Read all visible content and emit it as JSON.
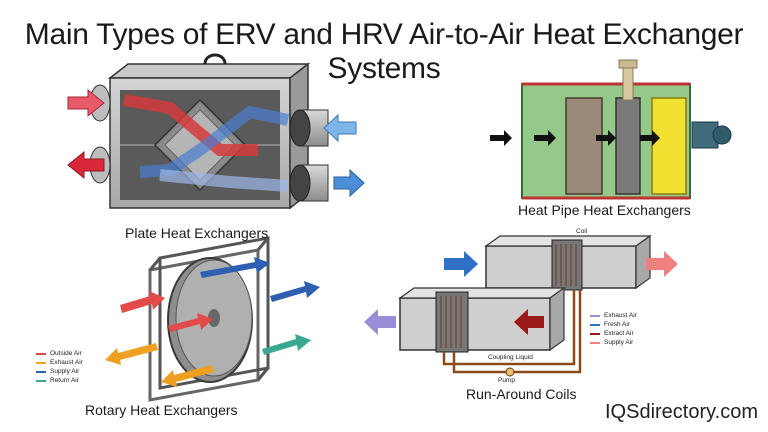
{
  "title": "Main Types of ERV and HRV Air-to-Air Heat Exchanger Systems",
  "panels": {
    "plate": {
      "caption": "Plate Heat Exchangers"
    },
    "heat_pipe": {
      "caption": "Heat Pipe Heat Exchangers"
    },
    "rotary": {
      "caption": "Rotary Heat Exchangers",
      "legend": [
        {
          "label": "Outside Air",
          "color": "#e34a4a"
        },
        {
          "label": "Exhaust Air",
          "color": "#f0a020"
        },
        {
          "label": "Supply Air",
          "color": "#2f5fb0"
        },
        {
          "label": "Return Air",
          "color": "#3aa890"
        }
      ]
    },
    "run_around": {
      "caption": "Run-Around Coils",
      "coil_label": "Coil",
      "coupling_label": "Coupling Liquid",
      "pump_label": "Pump",
      "legend": [
        {
          "label": "Exhaust Air",
          "color": "#9a8cd6"
        },
        {
          "label": "Fresh Air",
          "color": "#2f6fc4"
        },
        {
          "label": "Extract Air",
          "color": "#9a1a1a"
        },
        {
          "label": "Supply Air",
          "color": "#f08080"
        }
      ]
    }
  },
  "brand": "IQSdirectory.com"
}
